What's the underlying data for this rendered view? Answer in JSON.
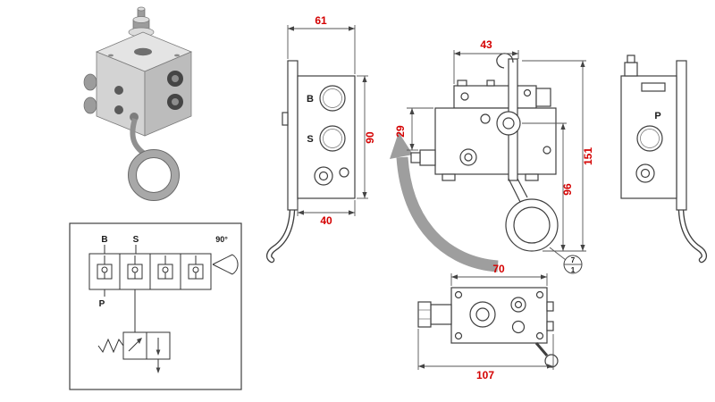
{
  "colors": {
    "dimension_text": "#d40000",
    "drawing_line": "#3f3f3f",
    "rotation_arrow": "#9e9e9e"
  },
  "schematic": {
    "port_b": "B",
    "port_s": "S",
    "port_p": "P",
    "rotation_angle": "90°"
  },
  "left_side_view": {
    "dim_overall_width": "61",
    "dim_height": "90",
    "dim_body_width": "40",
    "port_b": "B",
    "port_s": "S"
  },
  "front_view": {
    "dim_top_width": "43",
    "dim_port_offset": "29",
    "dim_overall_height": "151",
    "dim_lever_height": "96",
    "detail_number": "7",
    "detail_sheet": "1"
  },
  "right_side_view": {
    "port_p": "P"
  },
  "top_view": {
    "dim_body_width": "70",
    "dim_overall_length": "107"
  }
}
